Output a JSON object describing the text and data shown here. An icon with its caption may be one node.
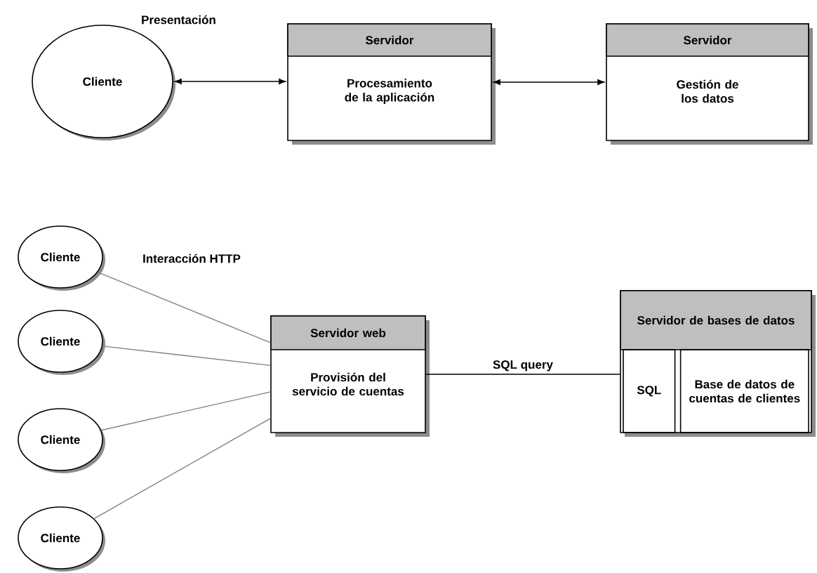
{
  "diagram": {
    "nodes": [
      {
        "text": [
          "Cliente"
        ]
      },
      {
        "text": [
          "Servidor",
          "Procesamiento de la aplicación"
        ]
      },
      {
        "text": [
          "Servidor",
          "Gestión de los datos"
        ]
      },
      {
        "text": [
          "Cliente"
        ]
      },
      {
        "text": [
          "Cliente"
        ]
      },
      {
        "text": [
          "Cliente"
        ]
      },
      {
        "text": [
          "Cliente"
        ]
      },
      {
        "text": [
          "Servidor web",
          "Provisión del servicio de cuentas"
        ]
      },
      {
        "text": [
          "Servidor de bases de datos"
        ]
      },
      {
        "text": [
          "SQL"
        ],
        "in": 8
      },
      {
        "text": [
          "Base de datos de cuentas de clientes"
        ],
        "in": 8
      }
    ],
    "edges": [
      {
        "from": 0,
        "to": 1,
        "arrow": "both",
        "color": "#000000"
      },
      {
        "from": 1,
        "to": 2,
        "arrow": "both",
        "color": "#000000"
      },
      {
        "from": 3,
        "to": 7,
        "arrow": "none",
        "color": "#808080"
      },
      {
        "from": 4,
        "to": 7,
        "arrow": "none",
        "color": "#808080"
      },
      {
        "from": 5,
        "to": 7,
        "arrow": "none",
        "color": "#808080"
      },
      {
        "from": 6,
        "to": 7,
        "arrow": "none",
        "color": "#808080"
      },
      {
        "from": 7,
        "to": 8,
        "arrow": "none",
        "label": "SQL query",
        "color": "#000000"
      }
    ],
    "labels": [
      "Presentación",
      "Interacción HTTP"
    ]
  }
}
